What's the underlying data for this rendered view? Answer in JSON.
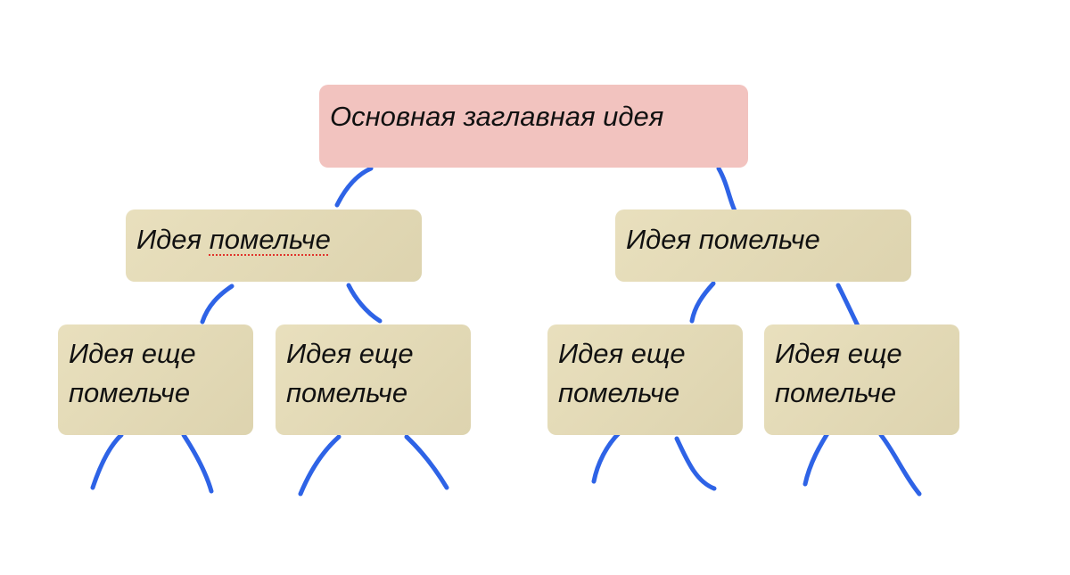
{
  "diagram": {
    "root": {
      "label": "Основная заглавная идея"
    },
    "branches": [
      {
        "label_start": "Идея ",
        "label_flagged": "помельче",
        "children": [
          {
            "line1": "Идея еще",
            "line2": "помельче"
          },
          {
            "line1": "Идея еще",
            "line2": "помельче"
          }
        ]
      },
      {
        "label_start": "Идея помельче",
        "label_flagged": "",
        "children": [
          {
            "line1": "Идея еще",
            "line2": "помельче"
          },
          {
            "line1": "Идея еще",
            "line2": "помельче"
          }
        ]
      }
    ],
    "colors": {
      "root_fill": "#f2c3bf",
      "node_fill": "#e6dcb6",
      "connector": "#2e63e6",
      "spellcheck": "#e0342c"
    }
  }
}
